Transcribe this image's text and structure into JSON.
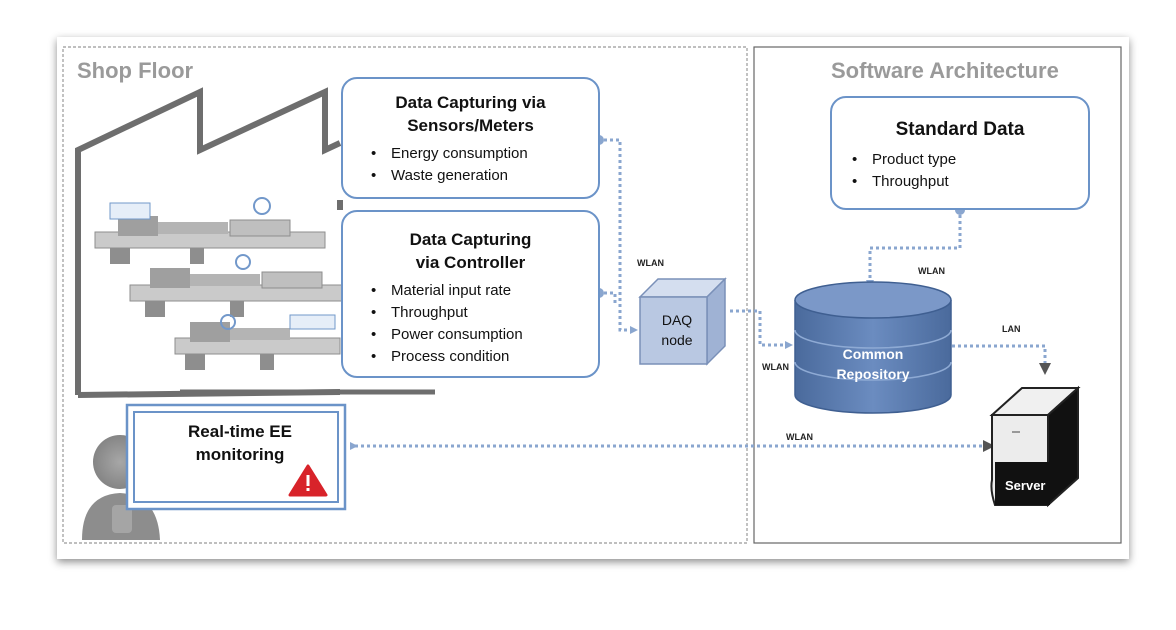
{
  "panels": {
    "shop_floor_title": "Shop Floor",
    "software_title": "Software Architecture"
  },
  "sensors_box": {
    "title_line1": "Data Capturing via",
    "title_line2": "Sensors/Meters",
    "items": [
      "Energy consumption",
      "Waste generation"
    ]
  },
  "controller_box": {
    "title_line1": "Data Capturing",
    "title_line2": "via Controller",
    "items": [
      "Material input rate",
      "Throughput",
      "Power consumption",
      "Process condition"
    ]
  },
  "standard_box": {
    "title": "Standard Data",
    "items": [
      "Product type",
      "Throughput"
    ]
  },
  "daq": {
    "line1": "DAQ",
    "line2": "node"
  },
  "repository": {
    "line1": "Common",
    "line2": "Repository"
  },
  "server": {
    "label": "Server"
  },
  "monitoring": {
    "line1": "Real-time EE",
    "line2": "monitoring"
  },
  "connection_labels": {
    "wlan_daq": "WLAN",
    "wlan_repo_in": "WLAN",
    "wlan_standard": "WLAN",
    "lan_server": "LAN",
    "wlan_monitor": "WLAN"
  },
  "colors": {
    "box_border": "#6b93c8",
    "connector": "#8aa6cf",
    "repository_fill": "#5878a8",
    "daq_fill": "#b9c8e2",
    "warning": "#d8232a"
  }
}
